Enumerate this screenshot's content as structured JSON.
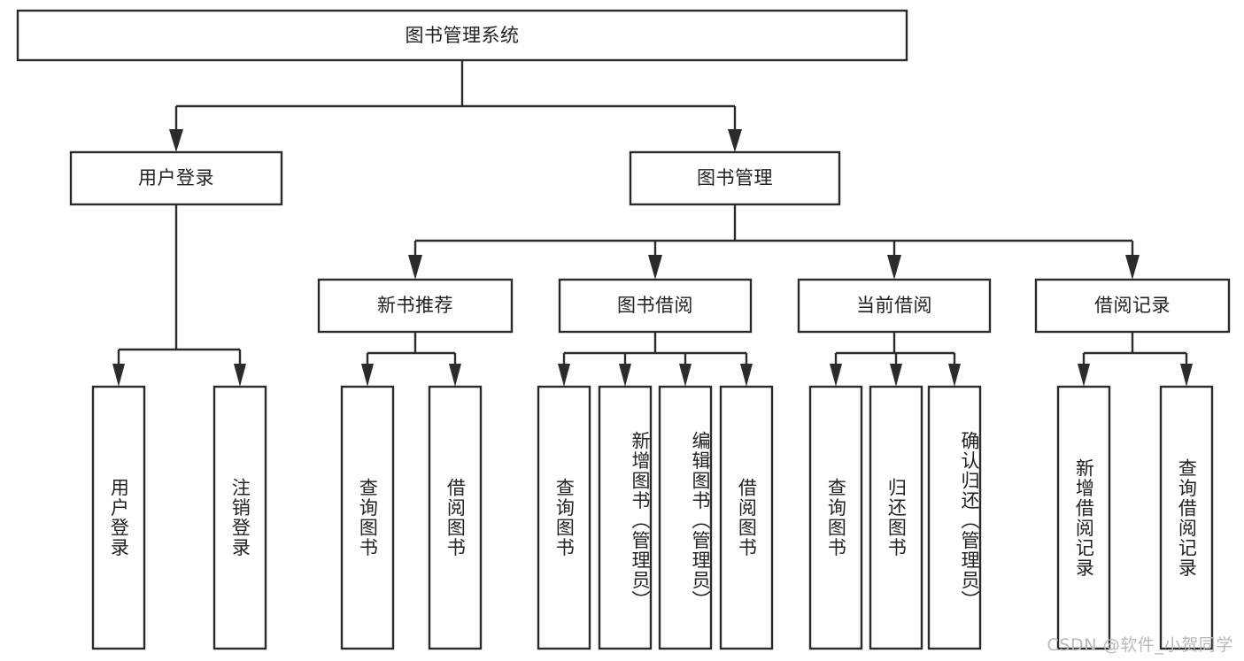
{
  "diagram": {
    "type": "tree",
    "title": "图书管理系统",
    "orientation": "top-down",
    "levels": 4,
    "colors": {
      "node_fill": "#ffffff",
      "node_stroke": "#2b2b2b",
      "text": "#222222",
      "background": "#ffffff",
      "watermark": "#b9b9b9"
    },
    "root": {
      "label": "图书管理系统"
    },
    "level2": [
      {
        "id": "user-login",
        "label": "用户登录"
      },
      {
        "id": "book-manage",
        "label": "图书管理"
      }
    ],
    "level3": [
      {
        "id": "new-book-recommend",
        "label": "新书推荐",
        "parent": "book-manage"
      },
      {
        "id": "book-borrow",
        "label": "图书借阅",
        "parent": "book-manage"
      },
      {
        "id": "current-borrow",
        "label": "当前借阅",
        "parent": "book-manage"
      },
      {
        "id": "borrow-record",
        "label": "借阅记录",
        "parent": "book-manage"
      }
    ],
    "leaves": {
      "user_login": [
        {
          "id": "leaf-user-login",
          "label": "用户登录"
        },
        {
          "id": "leaf-logout",
          "label": "注销登录"
        }
      ],
      "new_book_recommend": [
        {
          "id": "leaf-query-book-1",
          "label": "查询图书"
        },
        {
          "id": "leaf-borrow-book-1",
          "label": "借阅图书"
        }
      ],
      "book_borrow": [
        {
          "id": "leaf-query-book-2",
          "label": "查询图书"
        },
        {
          "id": "leaf-add-book",
          "label": "新增图书（管理员）"
        },
        {
          "id": "leaf-edit-book",
          "label": "编辑图书（管理员）"
        },
        {
          "id": "leaf-borrow-book-2",
          "label": "借阅图书"
        }
      ],
      "current_borrow": [
        {
          "id": "leaf-query-book-3",
          "label": "查询图书"
        },
        {
          "id": "leaf-return-book",
          "label": "归还图书"
        },
        {
          "id": "leaf-confirm-return",
          "label": "确认归还（管理员）"
        }
      ],
      "borrow_record": [
        {
          "id": "leaf-add-record",
          "label": "新增借阅记录"
        },
        {
          "id": "leaf-query-record",
          "label": "查询借阅记录"
        }
      ]
    },
    "watermark": "CSDN @软件_小贺同学"
  }
}
